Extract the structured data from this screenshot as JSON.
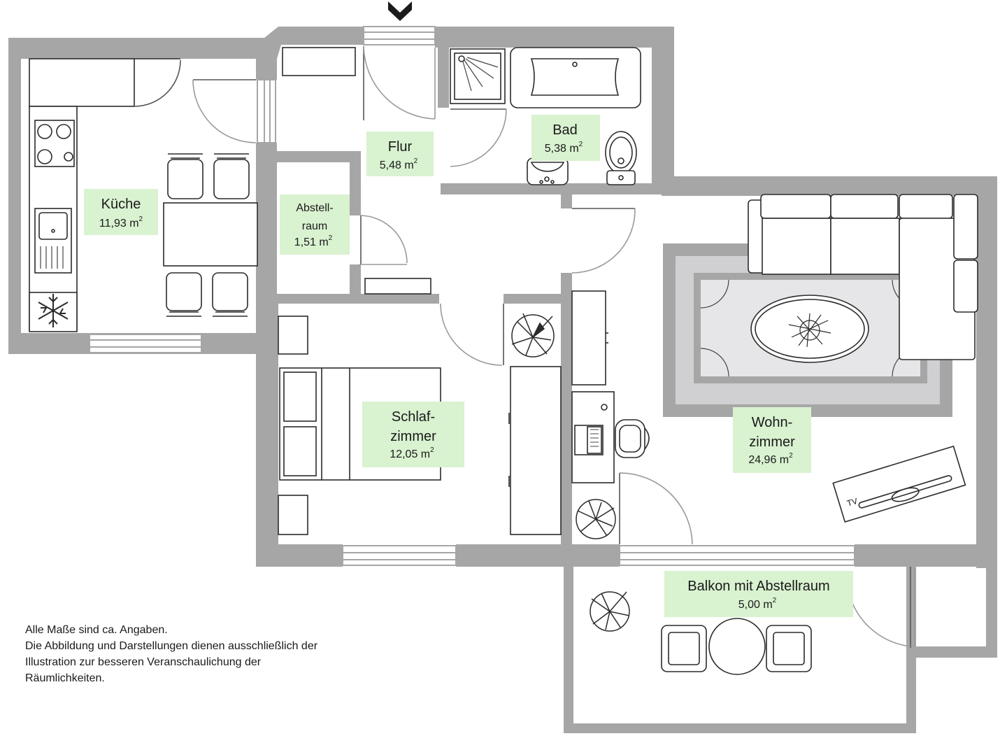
{
  "colors": {
    "wall": "#a6a6a6",
    "label_bg": "#d9f2d0",
    "line": "#2b2b2b",
    "door_arc": "#9a9a9a",
    "rug_outer": "#a6a6a6",
    "rug_inner": "#d0d0d3",
    "rug_core": "#e6e6e8"
  },
  "rooms": {
    "kueche": {
      "name": "Küche",
      "area": "11,93 m",
      "unit_sup": "2"
    },
    "flur": {
      "name": "Flur",
      "area": "5,48 m",
      "unit_sup": "2"
    },
    "bad": {
      "name": "Bad",
      "area": "5,38 m",
      "unit_sup": "2"
    },
    "abstell": {
      "name_line1": "Abstell-",
      "name_line2": "raum",
      "area": "1,51 m",
      "unit_sup": "2"
    },
    "schlaf": {
      "name_line1": "Schlaf-",
      "name_line2": "zimmer",
      "area": "12,05 m",
      "unit_sup": "2"
    },
    "wohn": {
      "name_line1": "Wohn-",
      "name_line2": "zimmer",
      "area": "24,96 m",
      "unit_sup": "2"
    },
    "balkon": {
      "name": "Balkon mit Abstellraum",
      "area": "5,00 m",
      "unit_sup": "2"
    }
  },
  "tv_label": "TV",
  "entrance_icon": "chevron-down-icon",
  "disclaimer": {
    "line1": "Alle Maße sind ca. Angaben.",
    "line2": "Die Abbildung und Darstellungen dienen ausschließlich der",
    "line3": "Illustration zur besseren Veranschaulichung der",
    "line4": "Räumlichkeiten."
  }
}
